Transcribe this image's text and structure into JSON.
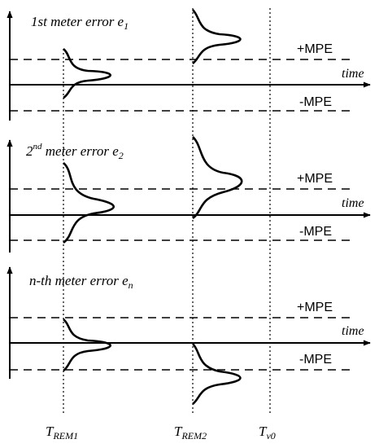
{
  "panels": [
    {
      "title_main": "1st meter error e",
      "title_sup": "",
      "title_sub": "1",
      "plus_label": "+MPE",
      "minus_label": "-MPE",
      "axis_label": "time"
    },
    {
      "title_main": "2",
      "title_sup": "nd",
      "title_rest": " meter error e",
      "title_sub": "2",
      "plus_label": "+MPE",
      "minus_label": "-MPE",
      "axis_label": "time"
    },
    {
      "title_main": "n-th meter error e",
      "title_sup": "",
      "title_sub": "n",
      "plus_label": "+MPE",
      "minus_label": "-MPE",
      "axis_label": "time"
    }
  ],
  "bottom_labels": {
    "t_rem1_main": "T",
    "t_rem1_sub": "REM1",
    "t_rem2_main": "T",
    "t_rem2_sub": "REM2",
    "t_v0_main": "T",
    "t_v0_sub": "v0"
  }
}
